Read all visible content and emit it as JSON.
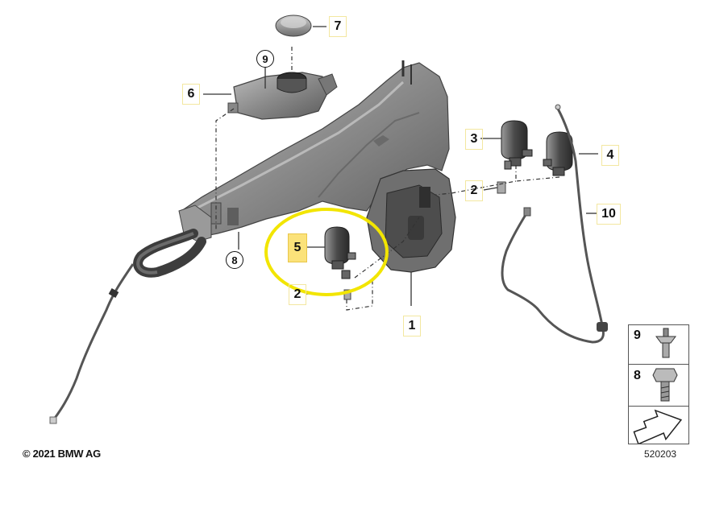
{
  "diagram": {
    "part_labels": [
      "1",
      "2",
      "2",
      "3",
      "4",
      "5",
      "6",
      "7",
      "8",
      "9",
      "10"
    ],
    "highlighted_part": "5",
    "legend_items": [
      "9",
      "8"
    ],
    "copyright": "© 2021 BMW AG",
    "reference_number": "520203",
    "highlight_color": "#fbe27a",
    "circle_color": "#f2e500"
  }
}
